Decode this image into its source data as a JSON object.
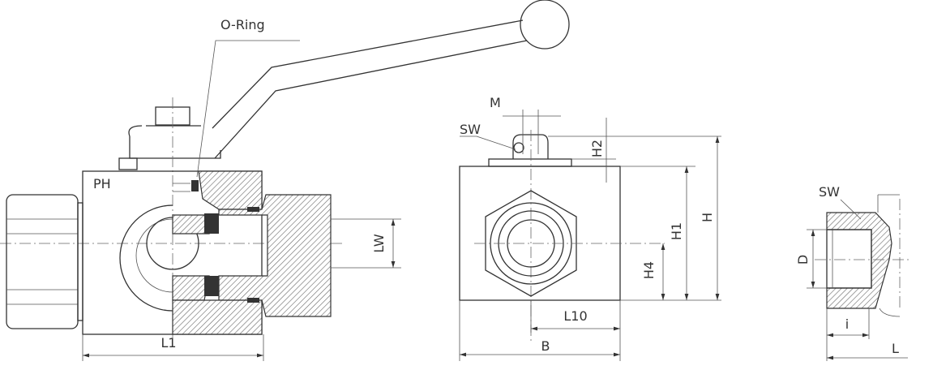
{
  "side_view": {
    "oring_label": "O-Ring",
    "ph_label": "PH",
    "lw_label": "LW",
    "l1_label": "L1"
  },
  "front_view": {
    "m_label": "M",
    "sw_label": "SW",
    "h2_label": "H2",
    "h_label": "H",
    "h1_label": "H1",
    "h4_label": "H4",
    "l10_label": "L10",
    "b_label": "B"
  },
  "cap_view": {
    "sw_label": "SW",
    "d_label": "D",
    "i_label": "i",
    "l_label": "L"
  }
}
